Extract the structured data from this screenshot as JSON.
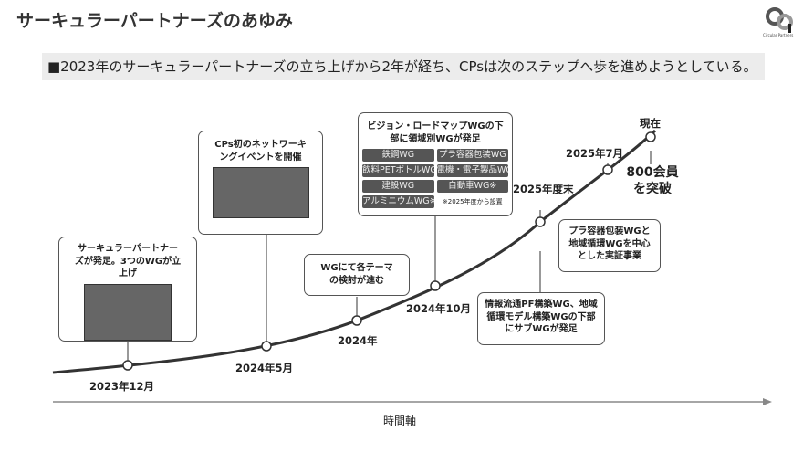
{
  "title": "サーキュラーパートナーズのあゆみ",
  "logo_text": "Circular Partners",
  "banner": "■2023年のサーキュラーパートナーズの立ち上げから2年が経ち、CPsは次のステップへ歩を進めようとしている。",
  "milestones": [
    {
      "date": "2023年12月",
      "callout": "サーキュラーパートナーズが発足。3つのWGが立上げ"
    },
    {
      "date": "2024年5月",
      "callout": "CPs初のネットワーキングイベントを開催"
    },
    {
      "date": "2024年",
      "callout": "WGにて各テーマの検討が進む"
    },
    {
      "date": "2024年10月",
      "callout": "ビジョン・ロードマップWGの下部に領域別WGが発足"
    },
    {
      "date": "2025年度末",
      "callout": "情報流通PF構築WG、地域循環モデル構築WGの下部にサブWGが発足"
    },
    {
      "date": "2025年7月",
      "callout": "プラ容器包装WGと地域循環WGを中心とした実証事業"
    },
    {
      "date": "現在",
      "callout": "800会員を突破"
    }
  ],
  "wg_tags": [
    "鉄鋼WG",
    "プラ容器包装WG",
    "飲料PETボトルWG",
    "電機・電子製品WG",
    "建設WG",
    "自動車WG※",
    "アルミニウムWG※"
  ],
  "wg_note": "※2025年度から設置",
  "axis_label": "時間軸"
}
